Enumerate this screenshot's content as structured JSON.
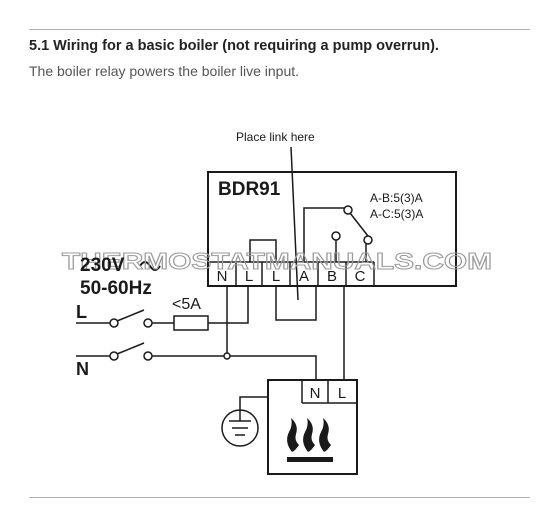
{
  "header": {
    "section_title": "5.1  Wiring for a basic boiler (not requiring a pump overrun).",
    "description": "The boiler relay powers the boiler live input."
  },
  "diagram": {
    "link_callout": "Place link here",
    "relay": {
      "name": "BDR91",
      "rating_ab": "A-B:5(3)A",
      "rating_ac": "A-C:5(3)A",
      "terminals": [
        "N",
        "L",
        "L",
        "A",
        "B",
        "C"
      ]
    },
    "supply": {
      "voltage": "230V",
      "ac_symbol": "~",
      "frequency": "50-60Hz",
      "live_label": "L",
      "neutral_label": "N",
      "fuse_rating": "<5A"
    },
    "boiler": {
      "terminals": [
        "N",
        "L"
      ]
    },
    "watermark": "THERMOSTATMANUALS.COM"
  },
  "colors": {
    "line": "#1a1a1a",
    "watermark_stroke": "#9a9a9a",
    "rule": "#b3b3b3"
  },
  "icons": [
    "earth-ground-icon",
    "boiler-flame-icon",
    "ac-wave-icon"
  ]
}
